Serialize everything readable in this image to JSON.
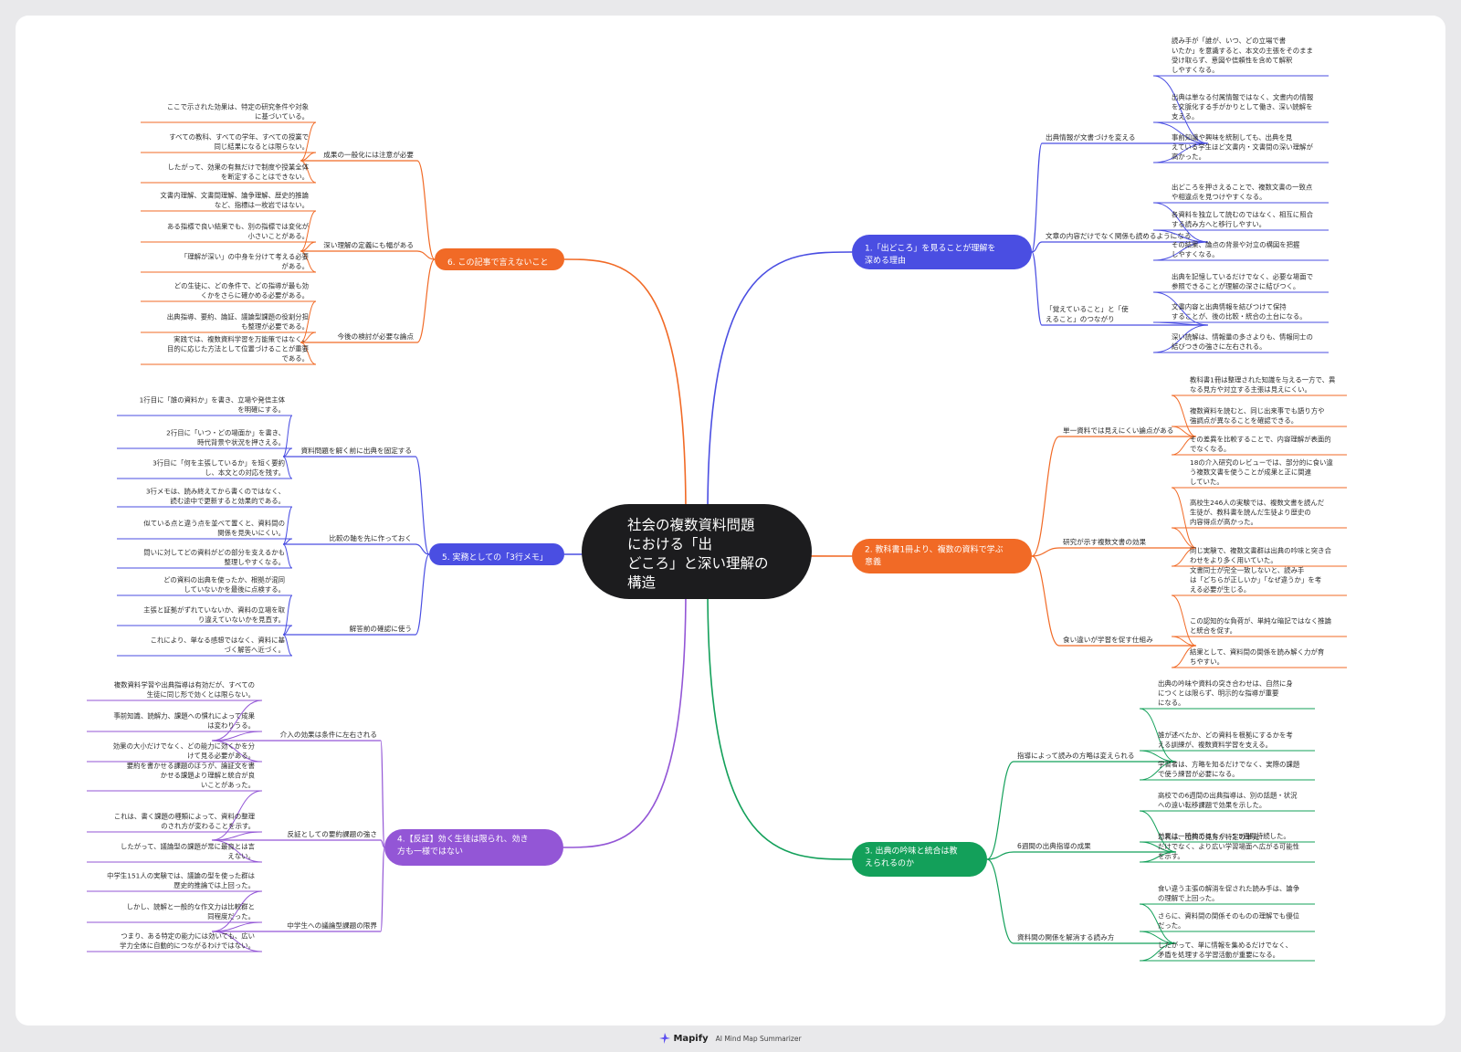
{
  "root": {
    "lines": [
      "社会の複数資料問題",
      "における「出",
      "どころ」と深い理解の",
      "構造"
    ]
  },
  "branches": [
    {
      "id": "b1",
      "side": "right",
      "color": "#4a4ee2",
      "lines": [
        "1.「出どころ」を見ることが理解を",
        "深める理由"
      ],
      "subs": [
        {
          "lines": [
            "出典情報が文書づけを変える"
          ],
          "leaves": [
            [
              "読み手が「誰が、いつ、どの立場で書",
              "いたか」を意識すると、本文の主張をそのまま",
              "受け取らず、意図や信頼性を含めて解釈",
              "しやすくなる。"
            ],
            [
              "出典は単なる付属情報ではなく、文書内の情報",
              "を文脈化する手がかりとして働き、深い読解を",
              "支える。"
            ],
            [
              "事前知識や興味を統制しても、出典を見",
              "えている学生ほど文書内・文書間の深い理解が",
              "高かった。"
            ]
          ]
        },
        {
          "lines": [
            "文章の内容だけでなく関係も読めるようになる"
          ],
          "leaves": [
            [
              "出どころを押さえることで、複数文書の一致点",
              "や相違点を見つけやすくなる。"
            ],
            [
              "各資料を独立して読むのではなく、相互に照合",
              "する読み方へと移行しやすい。"
            ],
            [
              "その結果、論点の背景や対立の構図を把握",
              "しやすくなる。"
            ]
          ]
        },
        {
          "lines": [
            "「覚えていること」と「使",
            "えること」のつながり"
          ],
          "leaves": [
            [
              "出典を記憶しているだけでなく、必要な場面で",
              "参照できることが理解の深さに結びつく。"
            ],
            [
              "文書内容と出典情報を結びつけて保持",
              "することが、後の比較・統合の土台になる。"
            ],
            [
              "深い読解は、情報量の多さよりも、情報同士の",
              "結びつきの強さに左右される。"
            ]
          ]
        }
      ]
    },
    {
      "id": "b2",
      "side": "right",
      "color": "#f16a26",
      "lines": [
        "2. 教科書1冊より、複数の資料で学ぶ",
        "意義"
      ],
      "subs": [
        {
          "lines": [
            "単一資料では見えにくい論点がある"
          ],
          "leaves": [
            [
              "教科書1冊は整理された知識を与える一方で、異",
              "なる見方や対立する主張は見えにくい。"
            ],
            [
              "複数資料を読むと、同じ出来事でも語り方や",
              "強調点が異なることを確認できる。"
            ],
            [
              "その差異を比較することで、内容理解が表面的",
              "でなくなる。"
            ]
          ]
        },
        {
          "lines": [
            "研究が示す複数文書の効果"
          ],
          "leaves": [
            [
              "18の介入研究のレビューでは、部分的に食い違",
              "う複数文書を使うことが成果と正に関連",
              "していた。"
            ],
            [
              "高校生246人の実験では、複数文書を読んだ",
              "生徒が、教科書を読んだ生徒より歴史の",
              "内容得点が高かった。"
            ],
            [
              "同じ実験で、複数文書群は出典の吟味と突き合",
              "わせをより多く用いていた。"
            ]
          ]
        },
        {
          "lines": [
            "食い違いが学習を促す仕組み"
          ],
          "leaves": [
            [
              "文書同士が完全一致しないと、読み手",
              "は「どちらが正しいか」「なぜ違うか」を考",
              "える必要が生じる。"
            ],
            [
              "この認知的な負荷が、単純な暗記ではなく推論",
              "と統合を促す。"
            ],
            [
              "結果として、資料間の関係を読み解く力が育",
              "ちやすい。"
            ]
          ]
        }
      ]
    },
    {
      "id": "b3",
      "side": "right",
      "color": "#13a05a",
      "lines": [
        "3. 出典の吟味と統合は教",
        "えられるのか"
      ],
      "subs": [
        {
          "lines": [
            "指導によって読みの方略は変えられる"
          ],
          "leaves": [
            [
              "出典の吟味や資料の突き合わせは、自然に身",
              "につくとは限らず、明示的な指導が重要",
              "になる。"
            ],
            [
              "誰が述べたか、どの資料を根拠にするかを考",
              "える訓練が、複数資料学習を支える。"
            ],
            [
              "学習者は、方略を知るだけでなく、実際の課題",
              "で使う練習が必要になる。"
            ]
          ]
        },
        {
          "lines": [
            "6週間の出典指導の成果"
          ],
          "leaves": [
            [
              "高校での6週間の出典指導は、別の話題・状況",
              "への遠い転移課題で効果を示した。"
            ],
            [
              "効果は一時的ではなく、5.5週間持続した。"
            ],
            [
              "これは、出典の見方が特定の単元",
              "だけでなく、より広い学習場面へ広がる可能性",
              "を示す。"
            ]
          ]
        },
        {
          "lines": [
            "資料間の関係を解消する読み方"
          ],
          "leaves": [
            [
              "食い違う主張の解消を促された読み手は、論争",
              "の理解で上回った。"
            ],
            [
              "さらに、資料間の関係そのものの理解でも優位",
              "だった。"
            ],
            [
              "したがって、単に情報を集めるだけでなく、",
              "矛盾を処理する学習活動が重要になる。"
            ]
          ]
        }
      ]
    },
    {
      "id": "b4",
      "side": "left",
      "color": "#9356d6",
      "lines": [
        "4.【反証】効く生徒は限られ、効き",
        "方も一様ではない"
      ],
      "subs": [
        {
          "lines": [
            "介入の効果は条件に左右される"
          ],
          "leaves": [
            [
              "複数資料学習や出典指導は有効だが、すべての",
              "生徒に同じ形で効くとは限らない。"
            ],
            [
              "事前知識、読解力、課題への慣れによって成果",
              "は変わりうる。"
            ],
            [
              "効果の大小だけでなく、どの能力に効くかを分",
              "けて見る必要がある。"
            ]
          ]
        },
        {
          "lines": [
            "反証としての要約課題の強さ"
          ],
          "leaves": [
            [
              "要約を書かせる課題のほうが、論証文を書",
              "かせる課題より理解と統合が良",
              "いことがあった。"
            ],
            [
              "これは、書く課題の種類によって、資料の整理",
              "のされ方が変わることを示す。"
            ],
            [
              "したがって、議論型の課題が常に最良とは言",
              "えない。"
            ]
          ]
        },
        {
          "lines": [
            "中学生への議論型課題の限界"
          ],
          "leaves": [
            [
              "中学生151人の実験では、議論の型を使った群は",
              "歴史的推論では上回った。"
            ],
            [
              "しかし、読解と一般的な作文力は比較群と",
              "同程度だった。"
            ],
            [
              "つまり、ある特定の能力には効いても、広い",
              "学力全体に自動的につながるわけではない。"
            ]
          ]
        }
      ]
    },
    {
      "id": "b5",
      "side": "left",
      "color": "#4a4ee2",
      "lines": [
        "5. 実務としての「3行メモ」"
      ],
      "subs": [
        {
          "lines": [
            "資料問題を解く前に出典を固定する"
          ],
          "leaves": [
            [
              "1行目に「誰の資料か」を書き、立場や発信主体",
              "を明確にする。"
            ],
            [
              "2行目に「いつ・どの場面か」を書き、",
              "時代背景や状況を押さえる。"
            ],
            [
              "3行目に「何を主張しているか」を短く要約",
              "し、本文との対応を残す。"
            ]
          ]
        },
        {
          "lines": [
            "比較の軸を先に作っておく"
          ],
          "leaves": [
            [
              "3行メモは、読み終えてから書くのではなく、",
              "読む途中で更新すると効果的である。"
            ],
            [
              "似ている点と違う点を並べて置くと、資料間の",
              "関係を見失いにくい。"
            ],
            [
              "問いに対してどの資料がどの部分を支えるかも",
              "整理しやすくなる。"
            ]
          ]
        },
        {
          "lines": [
            "解答前の確認に使う"
          ],
          "leaves": [
            [
              "どの資料の出典を使ったか、根拠が混同",
              "していないかを最後に点検する。"
            ],
            [
              "主張と証拠がずれていないか、資料の立場を取",
              "り違えていないかを見直す。"
            ],
            [
              "これにより、単なる感想ではなく、資料に基",
              "づく解答へ近づく。"
            ]
          ]
        }
      ]
    },
    {
      "id": "b6",
      "side": "left",
      "color": "#f16a26",
      "lines": [
        "6. この記事で言えないこと"
      ],
      "subs": [
        {
          "lines": [
            "成果の一般化には注意が必要"
          ],
          "leaves": [
            [
              "ここで示された効果は、特定の研究条件や対象",
              "に基づいている。"
            ],
            [
              "すべての教科、すべての学年、すべての授業で",
              "同じ結果になるとは限らない。"
            ],
            [
              "したがって、効果の有無だけで制度や授業全体",
              "を断定することはできない。"
            ]
          ]
        },
        {
          "lines": [
            "深い理解の定義にも幅がある"
          ],
          "leaves": [
            [
              "文書内理解、文書間理解、論争理解、歴史的推論",
              "など、指標は一枚岩ではない。"
            ],
            [
              "ある指標で良い結果でも、別の指標では変化が",
              "小さいことがある。"
            ],
            [
              "「理解が深い」の中身を分けて考える必要",
              "がある。"
            ]
          ]
        },
        {
          "lines": [
            "今後の検討が必要な論点"
          ],
          "leaves": [
            [
              "どの生徒に、どの条件で、どの指導が最も効",
              "くかをさらに確かめる必要がある。"
            ],
            [
              "出典指導、要約、論証、議論型課題の役割分担",
              "も整理が必要である。"
            ],
            [
              "実践では、複数資料学習を万能策ではなく、",
              "目的に応じた方法として位置づけることが重要",
              "である。"
            ]
          ]
        }
      ]
    }
  ],
  "footer": {
    "brand": "Mapify",
    "tagline": "AI Mind Map Summarizer",
    "brand_color": "#5b4ef0"
  }
}
